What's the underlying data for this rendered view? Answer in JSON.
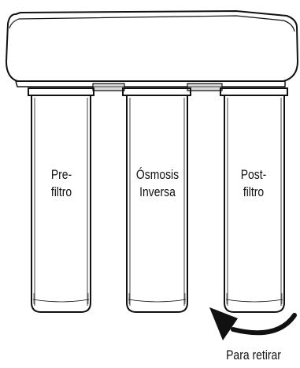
{
  "filters": [
    {
      "line1": "Pre-",
      "line2": "filtro"
    },
    {
      "line1": "Ósmosis",
      "line2": "Inversa"
    },
    {
      "line1": "Post-",
      "line2": "filtro"
    }
  ],
  "caption": "Para retirar",
  "icons": {
    "arrow": "curved-arrow-icon"
  }
}
